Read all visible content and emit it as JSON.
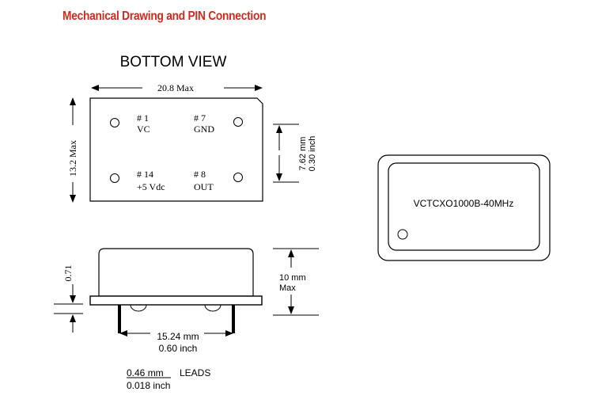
{
  "title": "Mechanical Drawing and PIN Connection",
  "bottom_view": {
    "heading": "BOTTOM VIEW",
    "width_label": "20.8 Max",
    "height_label": "13.2 Max",
    "pin_spacing_mm": "7.62  mm",
    "pin_spacing_inch": "0.30 inch",
    "pins": [
      {
        "num": "# 1",
        "name": "VC"
      },
      {
        "num": "# 7",
        "name": "GND"
      },
      {
        "num": "# 14",
        "name": "+5 Vdc"
      },
      {
        "num": "# 8",
        "name": "OUT"
      }
    ]
  },
  "side_view": {
    "standoff_label": "0.71",
    "height_label_1": "10 mm",
    "height_label_2": "Max",
    "pitch_mm": "15.24 mm",
    "pitch_inch": "0.60 inch",
    "leads_mm": "0.46 mm",
    "leads_word": "LEADS",
    "leads_inch": "0.018 inch"
  },
  "top_view": {
    "part_label": "VCTCXO1000B-40MHz"
  }
}
